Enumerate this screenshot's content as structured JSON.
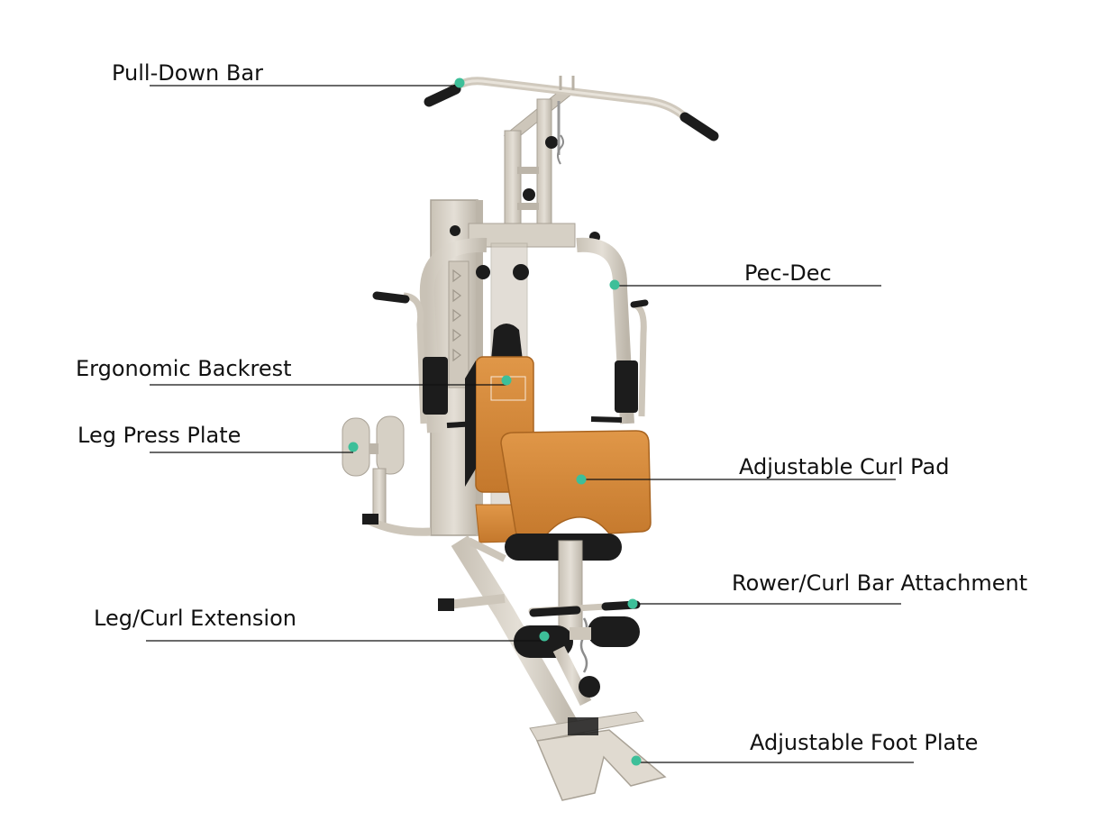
{
  "labels": {
    "pull_down_bar": "Pull-Down Bar",
    "pec_dec": "Pec-Dec",
    "ergonomic_backrest": "Ergonomic Backrest",
    "leg_press_plate": "Leg Press Plate",
    "adjustable_curl_pad": "Adjustable Curl Pad",
    "rower_curl_bar": "Rower/Curl Bar Attachment",
    "leg_curl_extension": "Leg/Curl Extension",
    "adjustable_foot_plate": "Adjustable Foot Plate"
  },
  "colors": {
    "frame": "#d8d2c8",
    "frame_shade": "#b9b2a6",
    "pad_orange": "#d98a3a",
    "pad_orange_dark": "#b96e26",
    "foam_black": "#1c1c1c",
    "marker": "#3dbf99",
    "leader_line": "#111111"
  }
}
